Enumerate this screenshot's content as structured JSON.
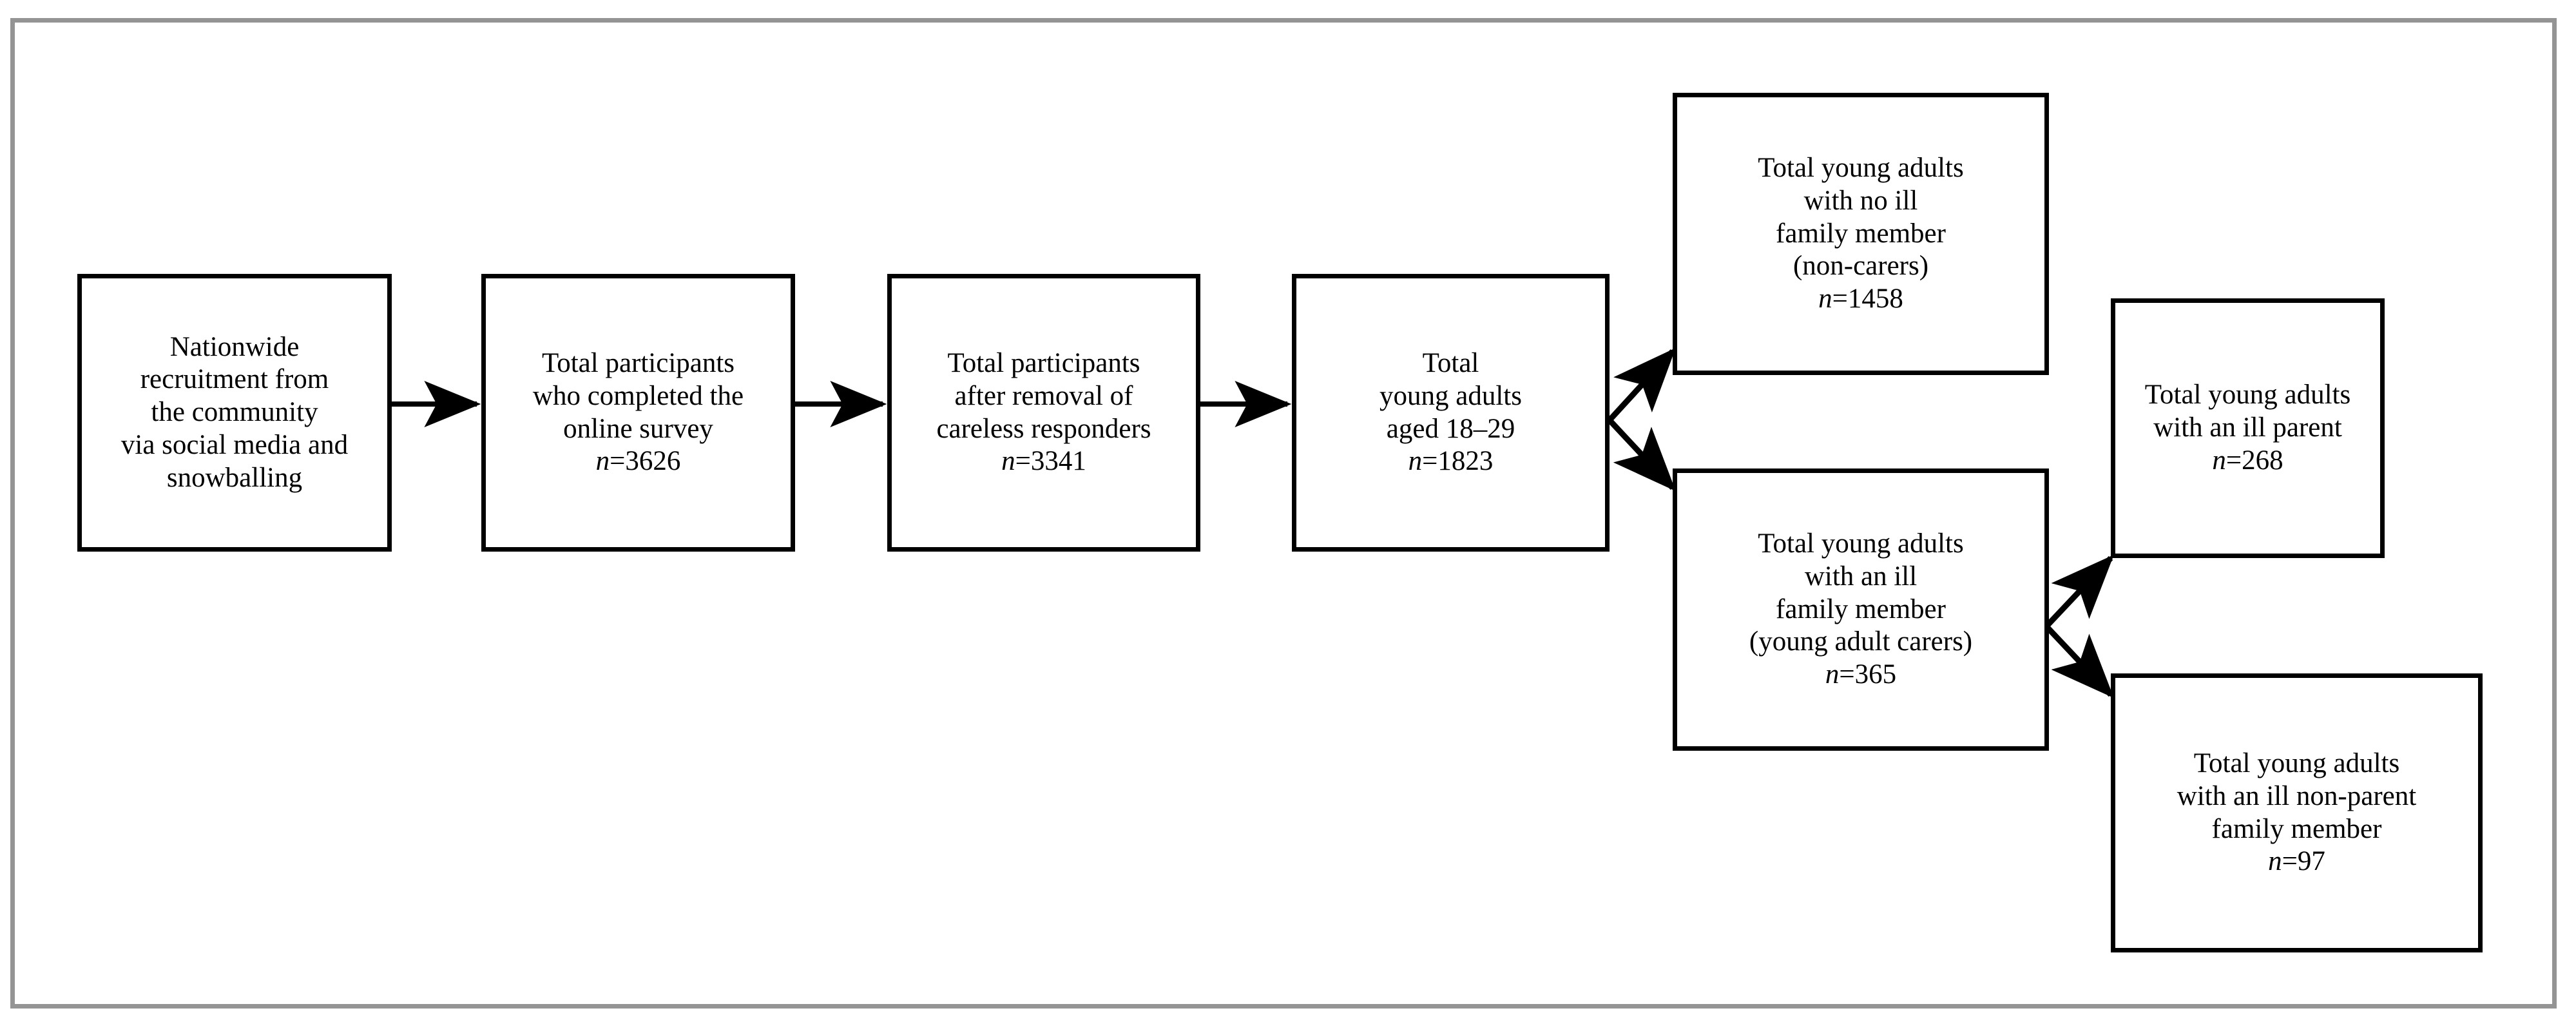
{
  "figure": {
    "type": "flowchart",
    "title": "Participant recruitment and sample derivation flow",
    "frame_color": "#949494",
    "box_border_color": "#000000",
    "background": "#ffffff"
  },
  "nodes": [
    {
      "id": "recruitment",
      "lines": [
        "Nationwide",
        "recruitment from",
        "the community",
        "via social media and",
        "snowballing"
      ],
      "n_label": "",
      "n_value": ""
    },
    {
      "id": "completed-survey",
      "lines": [
        "Total participants",
        "who completed the",
        "online survey"
      ],
      "n_label": "n",
      "n_value": "=3626"
    },
    {
      "id": "careless-removed",
      "lines": [
        "Total participants",
        "after removal of",
        "careless responders"
      ],
      "n_label": "n",
      "n_value": "=3341"
    },
    {
      "id": "young-adults",
      "lines": [
        "Total",
        "young adults",
        "aged 18–29"
      ],
      "n_label": "n",
      "n_value": "=1823"
    },
    {
      "id": "non-carers",
      "lines": [
        "Total young adults",
        "with no ill",
        "family member",
        "(non-carers)"
      ],
      "n_label": "n",
      "n_value": "=1458"
    },
    {
      "id": "young-adult-carers",
      "lines": [
        "Total young adults",
        "with an ill",
        "family member",
        "(young adult carers)"
      ],
      "n_label": "n",
      "n_value": "=365"
    },
    {
      "id": "ill-parent",
      "lines": [
        "Total young adults",
        "with an ill parent"
      ],
      "n_label": "n",
      "n_value": "=268"
    },
    {
      "id": "ill-non-parent",
      "lines": [
        "Total young adults",
        "with an ill non-parent",
        "family member"
      ],
      "n_label": "n",
      "n_value": "=97"
    }
  ],
  "connectors": [
    {
      "id": "recruitment-to-completed",
      "kind": "straight-arrow",
      "from": "recruitment",
      "to": "completed-survey"
    },
    {
      "id": "completed-to-careless",
      "kind": "straight-arrow",
      "from": "completed-survey",
      "to": "careless-removed"
    },
    {
      "id": "careless-to-young-adults",
      "kind": "straight-arrow",
      "from": "careless-removed",
      "to": "young-adults"
    },
    {
      "id": "young-adults-to-non-carers",
      "kind": "diagonal-arrow-up",
      "from": "young-adults",
      "to": "non-carers"
    },
    {
      "id": "young-adults-to-carers",
      "kind": "diagonal-arrow-down",
      "from": "young-adults",
      "to": "young-adult-carers"
    },
    {
      "id": "carers-to-ill-parent",
      "kind": "diagonal-arrow-up",
      "from": "young-adult-carers",
      "to": "ill-parent"
    },
    {
      "id": "carers-to-ill-non-parent",
      "kind": "diagonal-arrow-down",
      "from": "young-adult-carers",
      "to": "ill-non-parent"
    }
  ]
}
